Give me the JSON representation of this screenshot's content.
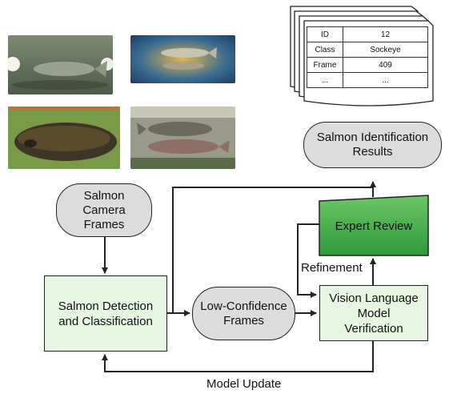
{
  "nodes": {
    "camera_frames": [
      "Salmon",
      "Camera",
      "Frames"
    ],
    "detection": [
      "Salmon Detection",
      "and Classification"
    ],
    "low_confidence": [
      "Low-Confidence",
      "Frames"
    ],
    "vlm": [
      "Vision Language",
      "Model",
      "Verification"
    ],
    "expert_review": "Expert Review",
    "results": [
      "Salmon Identification",
      "Results"
    ]
  },
  "edge_labels": {
    "refinement": "Refinement",
    "model_update": "Model Update"
  },
  "result_table": {
    "rows": [
      {
        "key": "ID",
        "value": "12"
      },
      {
        "key": "Class",
        "value": "Sockeye"
      },
      {
        "key": "Frame",
        "value": "409"
      },
      {
        "key": "...",
        "value": "..."
      }
    ]
  },
  "colors": {
    "process_fill": "#e6f6e3",
    "expert_fill_top": "#5fbf5a",
    "expert_fill_bottom": "#2e9a3a",
    "pill_fill": "#dcdcdc",
    "line": "#222222"
  }
}
